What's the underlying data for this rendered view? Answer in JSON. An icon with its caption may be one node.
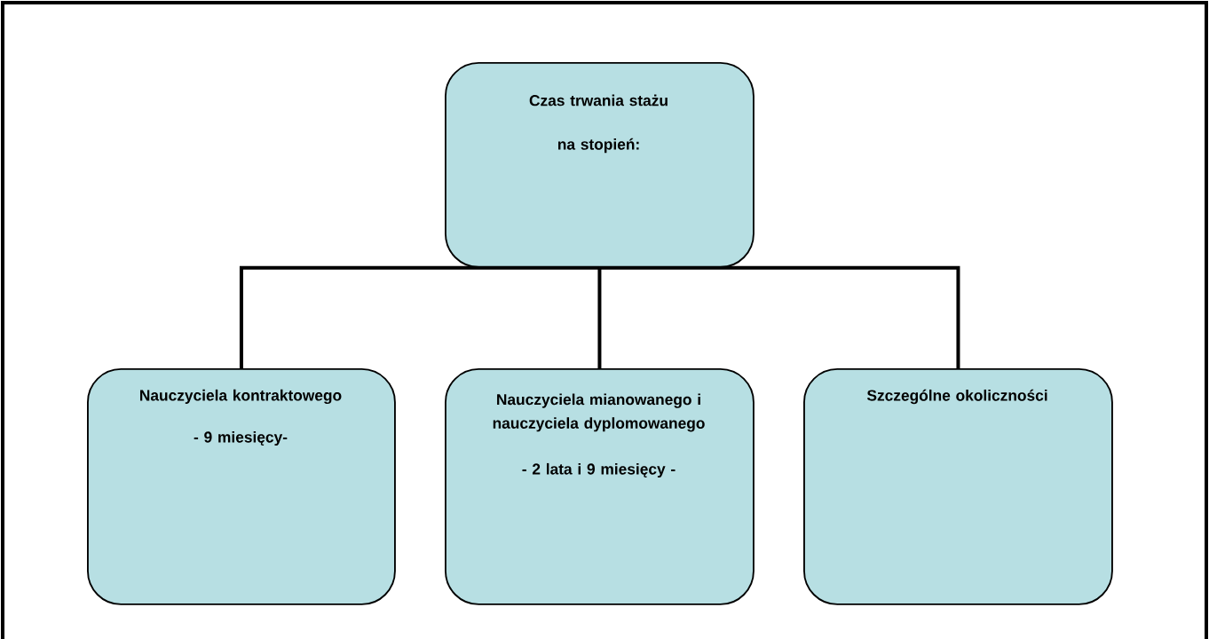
{
  "diagram": {
    "nodes": [
      {
        "text": [
          "Czas trwania stażu",
          "na stopień:"
        ]
      },
      {
        "text": [
          "Nauczyciela kontraktowego",
          "- 9 miesięcy-"
        ]
      },
      {
        "text": [
          "Nauczyciela mianowanego i nauczyciela dyplomowanego",
          "- 2 lata i 9 miesięcy -"
        ]
      },
      {
        "text": [
          "Szczególne okoliczności"
        ]
      }
    ],
    "edges": [
      {
        "from": 0,
        "to": 1,
        "arrow": "none"
      },
      {
        "from": 0,
        "to": 2,
        "arrow": "none"
      },
      {
        "from": 0,
        "to": 3,
        "arrow": "none"
      }
    ]
  }
}
